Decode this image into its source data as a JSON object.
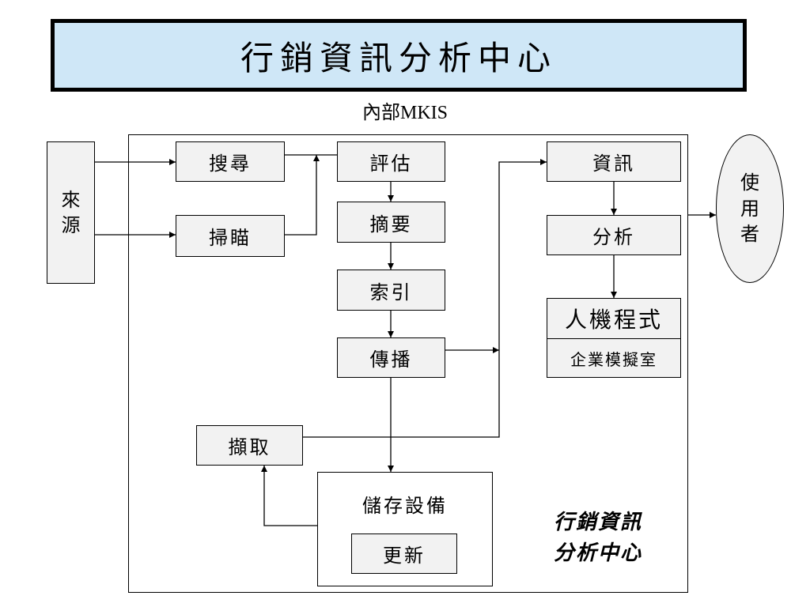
{
  "header": {
    "title": "行銷資訊分析中心",
    "subtitle": "內部MKIS"
  },
  "nodes": {
    "source": [
      "來",
      "源"
    ],
    "search": "搜尋",
    "scan": "掃瞄",
    "evaluate": "評估",
    "summary": "摘要",
    "index": "索引",
    "disseminate": "傳播",
    "info": "資訊",
    "analysis": "分析",
    "hci": "人機程式",
    "simulation": "企業模擬室",
    "user": [
      "使",
      "用",
      "者"
    ],
    "retrieve": "擷取",
    "storage": "儲存設備",
    "update": "更新"
  },
  "note": [
    "行銷資訊",
    "分析中心"
  ]
}
